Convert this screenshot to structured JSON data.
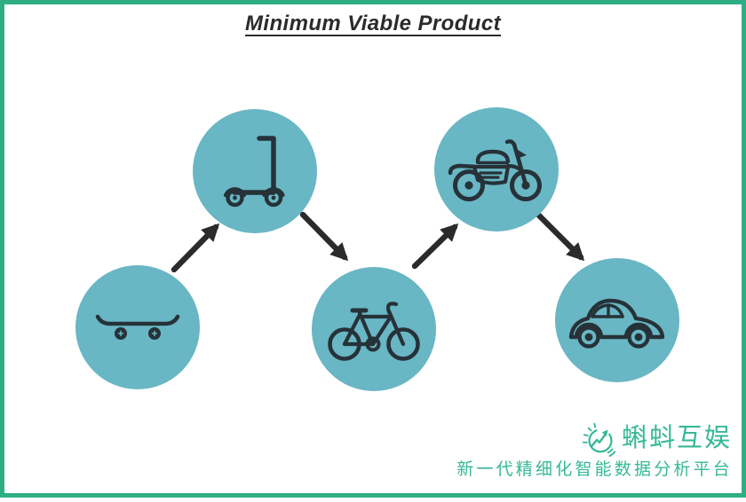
{
  "title": "Minimum Viable Product",
  "diagram": {
    "type": "progression-flow",
    "stages": [
      {
        "icon": "skateboard-icon",
        "name": "skateboard",
        "position": "bottom-left"
      },
      {
        "icon": "scooter-icon",
        "name": "scooter",
        "position": "top"
      },
      {
        "icon": "bicycle-icon",
        "name": "bicycle",
        "position": "bottom-middle"
      },
      {
        "icon": "motorcycle-icon",
        "name": "motorcycle",
        "position": "top-right"
      },
      {
        "icon": "car-icon",
        "name": "car",
        "position": "bottom-right"
      }
    ],
    "arrows": [
      "skateboard-to-scooter",
      "scooter-to-bicycle",
      "bicycle-to-motorcycle",
      "motorcycle-to-car"
    ]
  },
  "brand": {
    "name": "蝌蚪互娱",
    "tagline": "新一代精细化智能数据分析平台",
    "logo_icon": "sun-trend-arrow-icon"
  },
  "colors": {
    "border_green": "#2FAE85",
    "circle_teal": "#69B6C4",
    "icon_dark": "#263238",
    "arrow_dark": "#2B2B2B",
    "brand_teal": "#36B897",
    "title_dark": "#2B2B2B",
    "background": "#FFFFFF"
  }
}
